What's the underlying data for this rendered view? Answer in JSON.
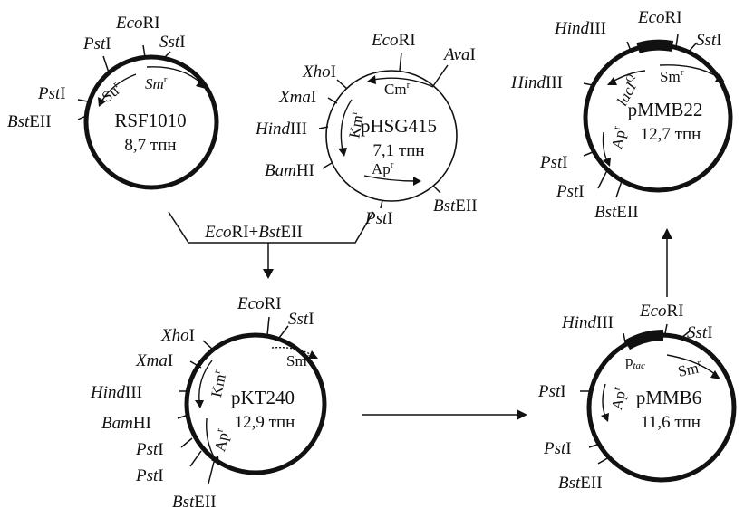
{
  "plasmids": {
    "rsf1010": {
      "name": "RSF1010",
      "size": "8,7 тпн",
      "sites": {
        "ecori": "RI",
        "psti_top": "I",
        "ssti": "I",
        "psti_left": "I",
        "bsteii": "EII"
      },
      "site_italic": {
        "ecori": "Eco",
        "psti_top": "Pst",
        "ssti": "Sst",
        "psti_left": "Pst",
        "bsteii": "Bst"
      },
      "genes": {
        "sur": "Su",
        "smr": "Sm"
      }
    },
    "phsg415": {
      "name": "pHSG415",
      "size": "7,1 тпн",
      "sites": {
        "ecori": "RI",
        "avai": "I",
        "xhoi": "I",
        "xmai": "I",
        "hindiii": "III",
        "bamhi": "HI",
        "psti": "I",
        "bsteii": "EII"
      },
      "site_italic": {
        "ecori": "Eco",
        "avai": "Ava",
        "xhoi": "Xho",
        "xmai": "Xma",
        "hindiii": "Hind",
        "bamhi": "Bam",
        "psti": "Pst",
        "bsteii": "Bst"
      },
      "genes": {
        "cmr": "Cm",
        "kmr": "Km",
        "apr": "Ap"
      }
    },
    "pkt240": {
      "name": "pKT240",
      "size": "12,9 тпн",
      "sites": {
        "ecori": "RI",
        "ssti": "I",
        "xhoi": "I",
        "xmai": "I",
        "hindiii": "III",
        "bamhi": "HI",
        "psti_1": "I",
        "psti_2": "I",
        "bsteii": "EII"
      },
      "site_italic": {
        "ecori": "Eco",
        "ssti": "Sst",
        "xhoi": "Xho",
        "xmai": "Xma",
        "hindiii": "Hind",
        "bamhi": "Bam",
        "psti_1": "Pst",
        "psti_2": "Pst",
        "bsteii": "Bst"
      },
      "genes": {
        "sms": "Sm",
        "kmr": "Km",
        "apr": "Ap"
      }
    },
    "pmmb22": {
      "name": "pMMB22",
      "size": "12,7 тпн",
      "sites": {
        "hindiii_top": "III",
        "ecori": "RI",
        "ssti": "I",
        "hindiii_left": "III",
        "psti_1": "I",
        "psti_2": "I",
        "bsteii": "EII"
      },
      "site_italic": {
        "hindiii_top": "Hind",
        "ecori": "Eco",
        "ssti": "Sst",
        "hindiii_left": "Hind",
        "psti_1": "Pst",
        "psti_2": "Pst",
        "bsteii": "Bst"
      },
      "genes": {
        "laciq": "lacI",
        "smr": "Sm",
        "apr": "Ap"
      }
    },
    "pmmb6": {
      "name": "pMMB6",
      "size": "11,6 тпн",
      "sites": {
        "hindiii": "III",
        "ecori": "RI",
        "ssti": "I",
        "psti_1": "I",
        "psti_2": "I",
        "bsteii": "EII"
      },
      "site_italic": {
        "hindiii": "Hind",
        "ecori": "Eco",
        "ssti": "Sst",
        "psti_1": "Pst",
        "psti_2": "Pst",
        "bsteii": "Bst"
      },
      "genes": {
        "ptac": "p",
        "ptac_sub": "tac",
        "smr": "Sm",
        "apr": "Ap"
      }
    }
  },
  "superscripts": {
    "r": "r",
    "s": "s",
    "q": "Q"
  },
  "digest": {
    "eco": "Eco",
    "ri": "RI",
    "plus": "+",
    "bst": "Bst",
    "eii": "EII"
  }
}
